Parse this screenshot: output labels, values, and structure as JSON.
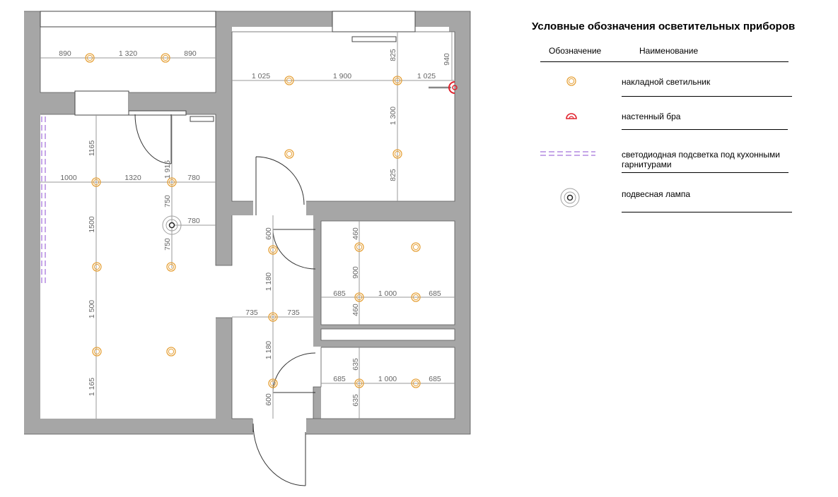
{
  "legend": {
    "title": "Условные обозначения осветительных приборов",
    "col_symbol": "Обозначение",
    "col_name": "Наименование",
    "items": [
      {
        "icon": "ceiling-light-icon",
        "label": "накладной светильник"
      },
      {
        "icon": "wall-sconce-icon",
        "label": "настенный бра"
      },
      {
        "icon": "led-strip-icon",
        "label": "светодиодная подсветка под кухонными гарнитурами"
      },
      {
        "icon": "pendant-lamp-icon",
        "label": "подвесная лампа"
      }
    ]
  },
  "dimensions": {
    "top_left": [
      "890",
      "1 320",
      "890"
    ],
    "bed_top": [
      "1 025",
      "1 900",
      "1 025"
    ],
    "bed_vert": [
      "825",
      "1 300",
      "825"
    ],
    "bed_sconce": "940",
    "kitchen_horiz": [
      "1000",
      "1320",
      "780"
    ],
    "kitchen_vert": [
      "1165",
      "1500",
      "1 500",
      "1 165"
    ],
    "kitchen_915": "1 915",
    "kitchen_750a": "750",
    "kitchen_750b": "750",
    "pendant_780": "780",
    "hall_vert": [
      "600",
      "1 180",
      "1 180",
      "600"
    ],
    "hall_horiz": [
      "735",
      "735"
    ],
    "room3_vert": [
      "460",
      "900",
      "460"
    ],
    "room3_horiz": [
      "685",
      "1 000",
      "685"
    ],
    "room4_vert": [
      "635",
      "635"
    ],
    "room4_horiz": [
      "685",
      "1 000",
      "685"
    ]
  },
  "colors": {
    "wall": "#a6a6a6",
    "ceiling_light": "#e6a23a",
    "sconce": "#e0212c",
    "led_strip": "#8e4fd0",
    "pendant": "#707070",
    "dimension_line": "#9a9a9a"
  }
}
